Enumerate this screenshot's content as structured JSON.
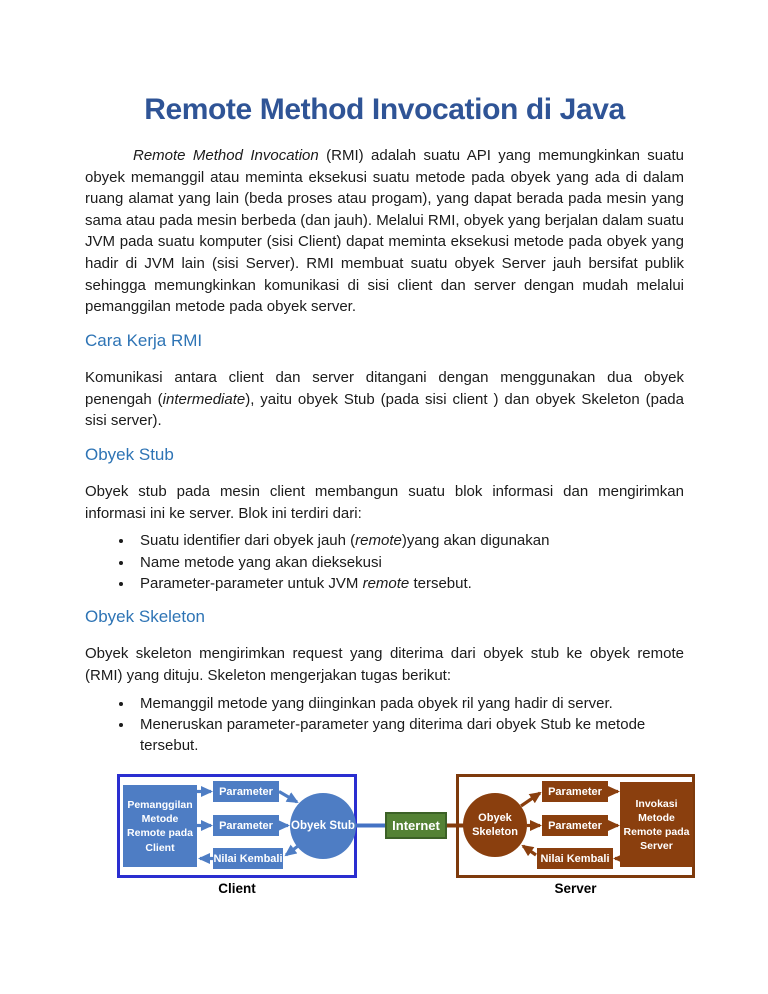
{
  "page": {
    "title": "Remote Method Invocation di Java"
  },
  "intro": {
    "run_italic": "Remote Method Invocation",
    "run_rest": " (RMI) adalah suatu API yang memungkinkan suatu obyek memanggil atau meminta eksekusi suatu metode pada obyek yang ada di dalam ruang alamat yang lain (beda proses atau progam), yang dapat berada pada mesin yang sama atau pada mesin berbeda (dan jauh). Melalui RMI, obyek yang berjalan dalam suatu JVM pada suatu komputer (sisi Client) dapat meminta eksekusi metode pada obyek yang hadir di JVM lain (sisi Server). RMI membuat suatu obyek Server jauh bersifat publik sehingga memungkinkan komunikasi di sisi client dan server dengan mudah melalui pemanggilan metode pada obyek server."
  },
  "cara_kerja": {
    "heading": "Cara Kerja RMI",
    "p_run1": "Komunikasi antara client dan server ditangani dengan menggunakan dua obyek penengah (",
    "p_run2_italic": "intermediate",
    "p_run3": "), yaitu obyek Stub  (pada sisi client ) dan obyek Skeleton  (pada sisi server)."
  },
  "obyek_stub": {
    "heading": "Obyek Stub",
    "paragraph": "Obyek stub pada mesin client membangun suatu blok informasi dan mengirimkan informasi ini ke server. Blok ini terdiri dari:",
    "bullet1_run1": "Suatu identifier dari obyek jauh (",
    "bullet1_run2_italic": "remote",
    "bullet1_run3": ")yang akan digunakan",
    "bullet2": "Name metode yang akan dieksekusi",
    "bullet3_run1": "Parameter-parameter untuk JVM ",
    "bullet3_run2_italic": "remote",
    "bullet3_run3": " tersebut."
  },
  "obyek_skeleton": {
    "heading": "Obyek Skeleton",
    "paragraph": "Obyek skeleton mengirimkan request yang diterima dari obyek stub ke obyek remote (RMI) yang dituju. Skeleton mengerjakan tugas berikut:",
    "bullet1": "Memanggil metode yang diinginkan pada obyek ril yang hadir di server.",
    "bullet2": "Meneruskan parameter-parameter yang diterima dari obyek Stub ke metode tersebut."
  },
  "diagram": {
    "client": {
      "label": "Client",
      "invoker": "Pemanggilan Metode Remote pada Client",
      "param1": "Parameter",
      "param2": "Parameter",
      "return_value": "Nilai Kembali",
      "stub": "Obyek Stub"
    },
    "internet": "Internet",
    "server": {
      "label": "Server",
      "skeleton": "Obyek Skeleton",
      "param1": "Parameter",
      "param2": "Parameter",
      "return_value": "Nilai Kembali",
      "invoker": "Invokasi Metode Remote pada Server"
    },
    "colors": {
      "client_fill": "#4e7dc4",
      "client_frame": "#2a2ed0",
      "server_fill": "#8a3f0e",
      "server_frame": "#7e3a0c",
      "internet_fill": "#548235",
      "internet_border": "#3c6127",
      "title_blue": "#2f5496",
      "heading_blue": "#2e74b5"
    }
  }
}
